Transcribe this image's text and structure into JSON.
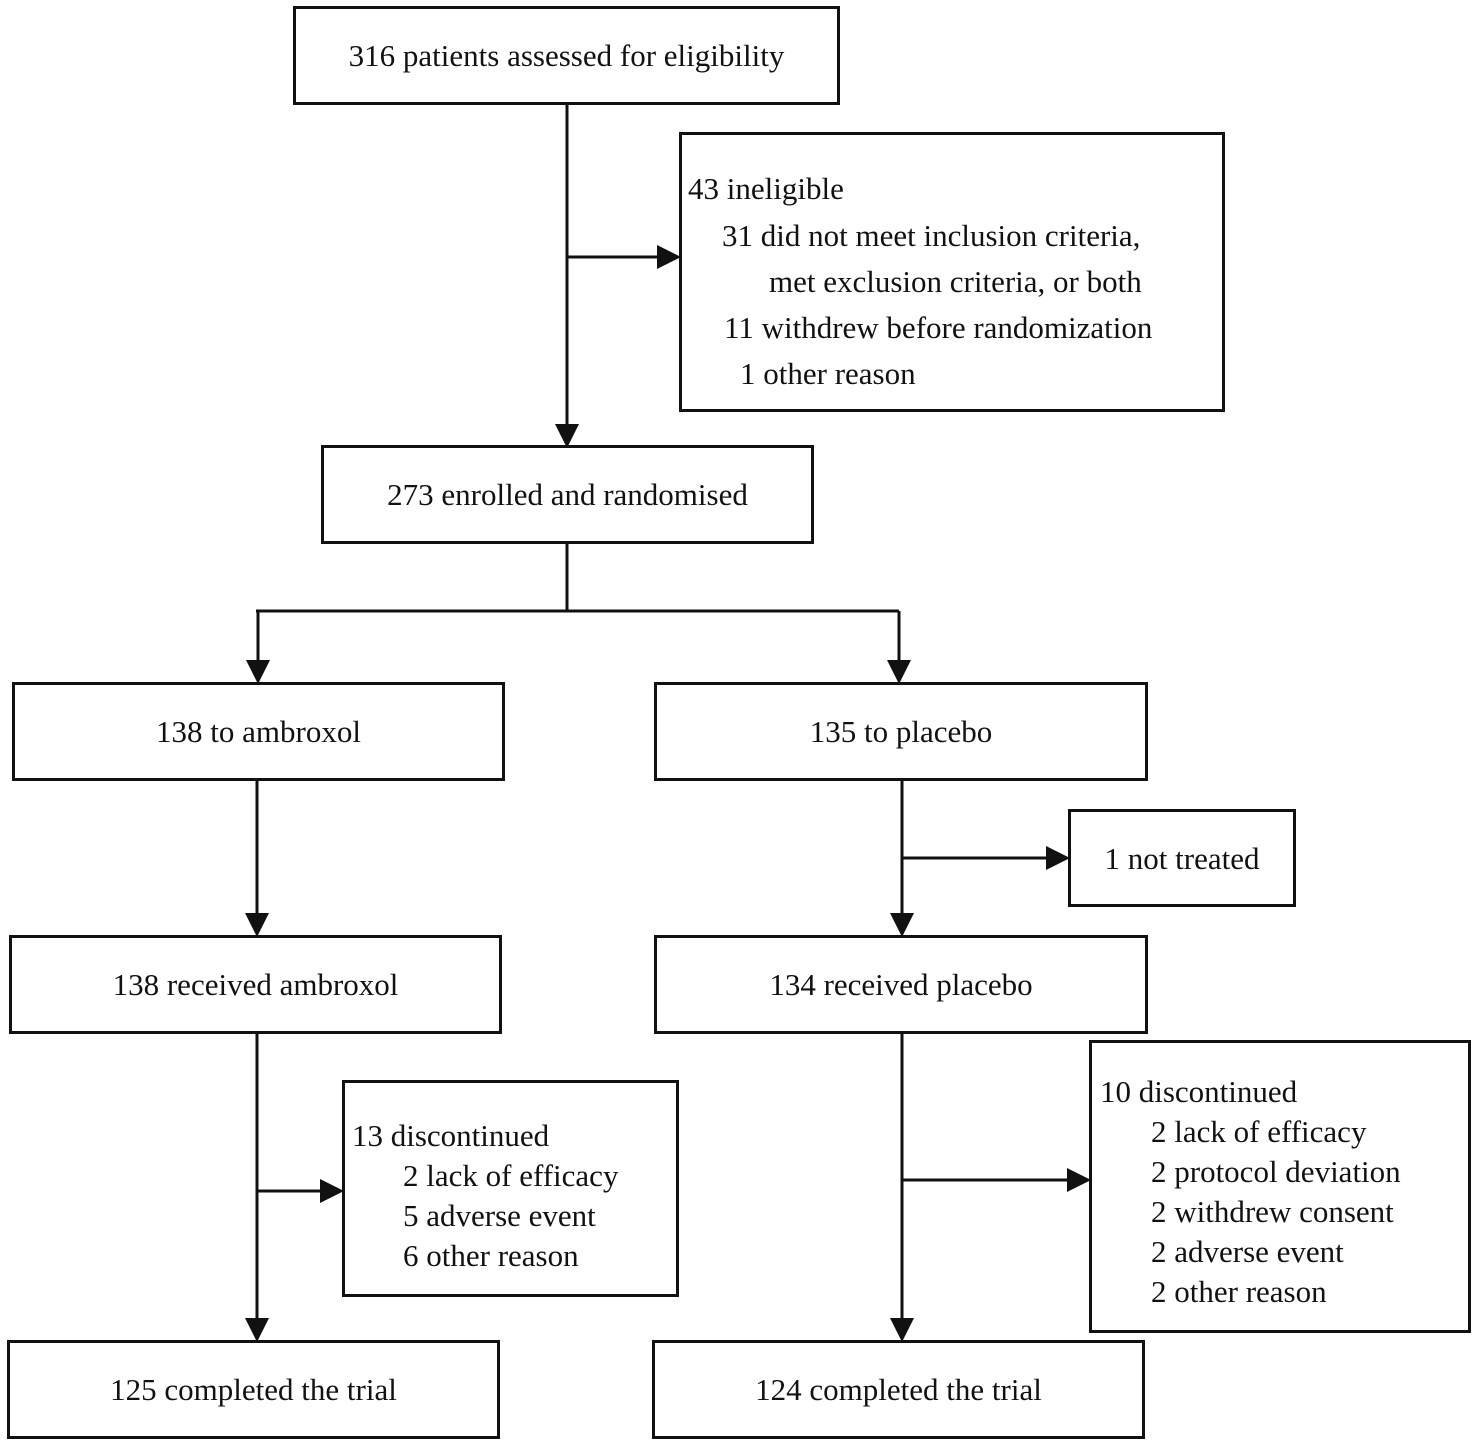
{
  "screening": {
    "assessed": "316 patients assessed for eligibility"
  },
  "ineligible": {
    "title": "43 ineligible",
    "line1": "31  did not meet inclusion criteria,",
    "line2": "met exclusion criteria, or both",
    "line3": "11 withdrew before randomization",
    "line4": "1 other reason"
  },
  "enrolled": "273 enrolled and randomised",
  "ambroxol": {
    "allocated": "138 to ambroxol",
    "received": "138 received ambroxol",
    "discontinued": {
      "title": "13 discontinued",
      "reasons": [
        "2 lack of efficacy",
        "5 adverse event",
        "6 other reason"
      ]
    },
    "completed": "125 completed the trial"
  },
  "placebo": {
    "allocated": "135 to placebo",
    "not_treated": "1 not treated",
    "received": "134 received placebo",
    "discontinued": {
      "title": "10 discontinued",
      "reasons": [
        "2 lack of efficacy",
        "2 protocol deviation",
        "2 withdrew consent",
        "2 adverse event",
        "2 other reason"
      ]
    },
    "completed": "124 completed the trial"
  }
}
